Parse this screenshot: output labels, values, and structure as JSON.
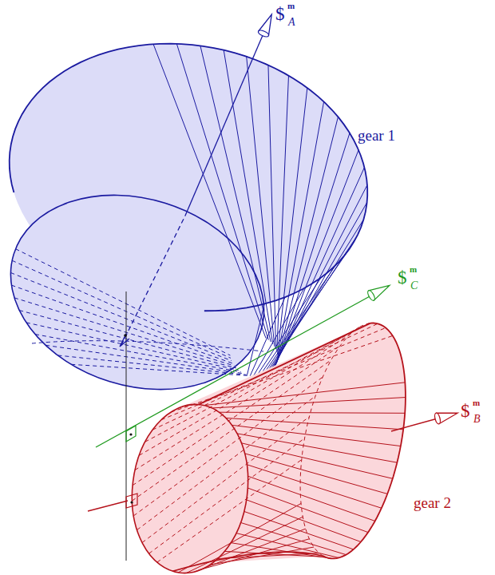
{
  "diagram": {
    "labels": [
      "$",
      "m",
      "A",
      "$",
      "m",
      "C",
      "$",
      "m",
      "B",
      "gear 1",
      "gear 2"
    ]
  }
}
